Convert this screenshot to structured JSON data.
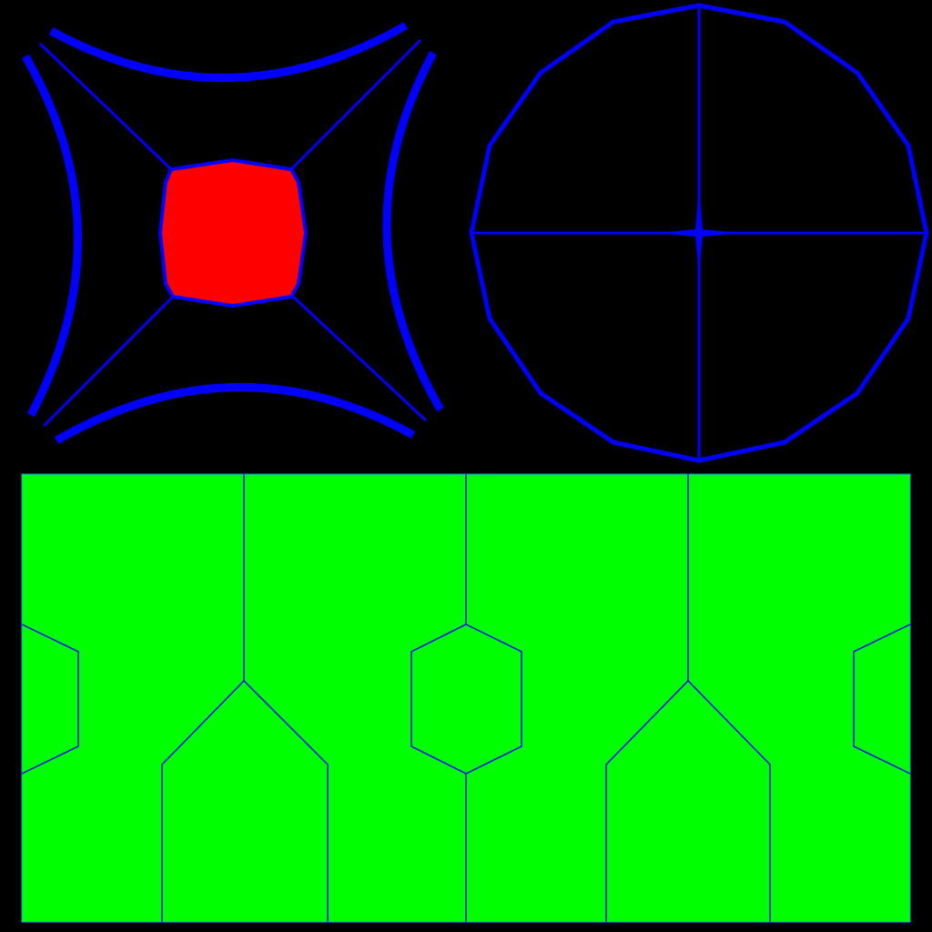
{
  "colors": {
    "background": "#000000",
    "stroke": "#0000ff",
    "core_fill": "#ff0000",
    "panel_fill": "#00ff00",
    "panel_edge": "#00aaff"
  },
  "figures": {
    "curved_star": {
      "name": "curved-star-figure",
      "core_shape": "rounded-square"
    },
    "circle_polygon": {
      "name": "hexadecagon-figure",
      "sides": 16
    },
    "tiling_panel": {
      "name": "hexagon-tiling-panel"
    }
  }
}
